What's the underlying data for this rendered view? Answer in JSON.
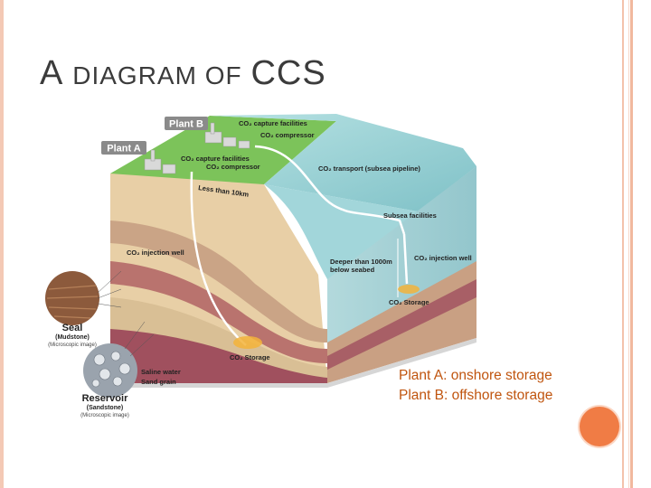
{
  "slide": {
    "title_first_letter": "A",
    "title_rest": "DIAGRAM OF",
    "title_last": "CCS"
  },
  "diagram": {
    "plant_a": "Plant A",
    "plant_b": "Plant B",
    "plant_b_capture": "CO₂ capture facilities",
    "plant_b_compressor": "CO₂ compressor",
    "plant_a_capture": "CO₂ capture facilities",
    "plant_a_compressor": "CO₂ compressor",
    "distance": "Less than 10km",
    "transport": "CO₂ transport (subsea pipeline)",
    "subsea": "Subsea facilities",
    "injection_onshore": "CO₂ injection well",
    "injection_offshore": "CO₂ injection well",
    "depth_line1": "Deeper than 1000m",
    "depth_line2": "below seabed",
    "storage_offshore": "CO₂ Storage",
    "storage_onshore": "CO₂ Storage",
    "seal_title": "Seal",
    "seal_sub": "(Mudstone)",
    "seal_micro": "(Microscopic image)",
    "reservoir_title": "Reservoir",
    "reservoir_sub": "(Sandstone)",
    "reservoir_micro": "(Microscopic image)",
    "saline": "Saline water",
    "sand": "Sand grain"
  },
  "notes": {
    "line1": "Plant A: onshore storage",
    "line2": "Plant B: offshore storage"
  },
  "colors": {
    "note_text": "#c0550f",
    "accent_dot": "#f07c45",
    "ground": "#7cc35a",
    "sea": "#9dd4d8"
  }
}
